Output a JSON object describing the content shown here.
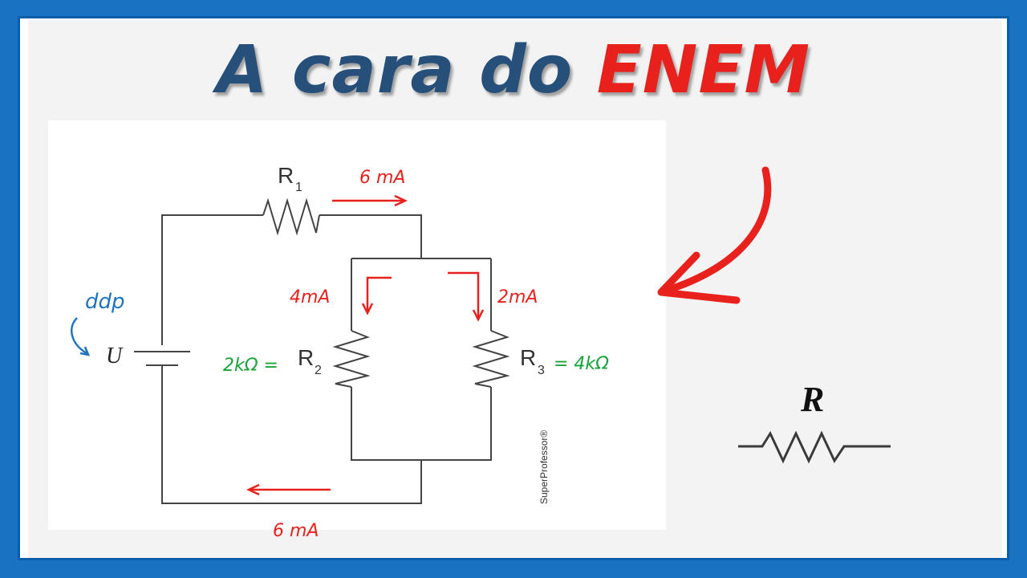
{
  "title": {
    "part1": "A cara do",
    "part2": "ENEM"
  },
  "circuit": {
    "r1_label": "R",
    "r1_sub": "1",
    "r2_label": "R",
    "r2_sub": "2",
    "r3_label": "R",
    "r3_sub": "3",
    "source_label": "U",
    "ddp_note": "ddp",
    "i_top": "6 mA",
    "i_left_branch": "4mA",
    "i_right_branch": "2mA",
    "i_bottom": "6 mA",
    "r2_value": "2kΩ =",
    "r3_value": "= 4kΩ",
    "watermark": "SuperProfessor®"
  },
  "symbol": {
    "label": "R"
  },
  "colors": {
    "title_main": "#264f7a",
    "title_accent": "#e8211d",
    "annotation_red": "#e8211d",
    "annotation_green": "#1aa33a",
    "annotation_blue": "#1e73be",
    "border": "#1a73c2"
  }
}
